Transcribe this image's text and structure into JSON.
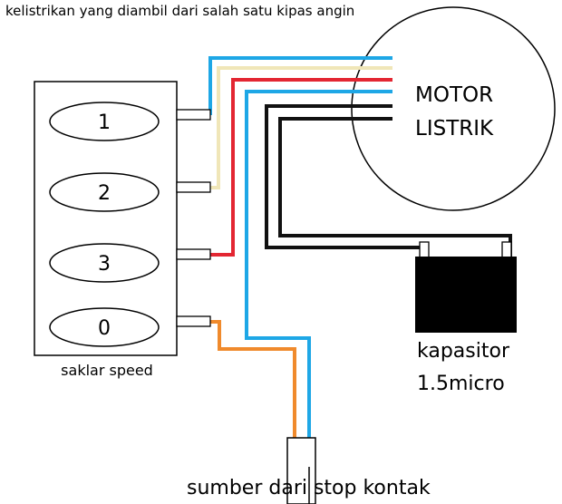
{
  "title": "kelistrikan yang diambil dari salah satu kipas angin",
  "switch": {
    "buttons": [
      "1",
      "2",
      "3",
      "0"
    ],
    "label": "saklar speed"
  },
  "motor": {
    "line1": "MOTOR",
    "line2": "LISTRIK"
  },
  "capacitor": {
    "line1": "kapasitor",
    "line2": "1.5micro"
  },
  "source": {
    "label": "sumber dari stop kontak"
  },
  "colors": {
    "blue": "#1ea7e6",
    "cream": "#f0e6b8",
    "red": "#e32632",
    "black": "#111111",
    "orange": "#f08a2c"
  }
}
